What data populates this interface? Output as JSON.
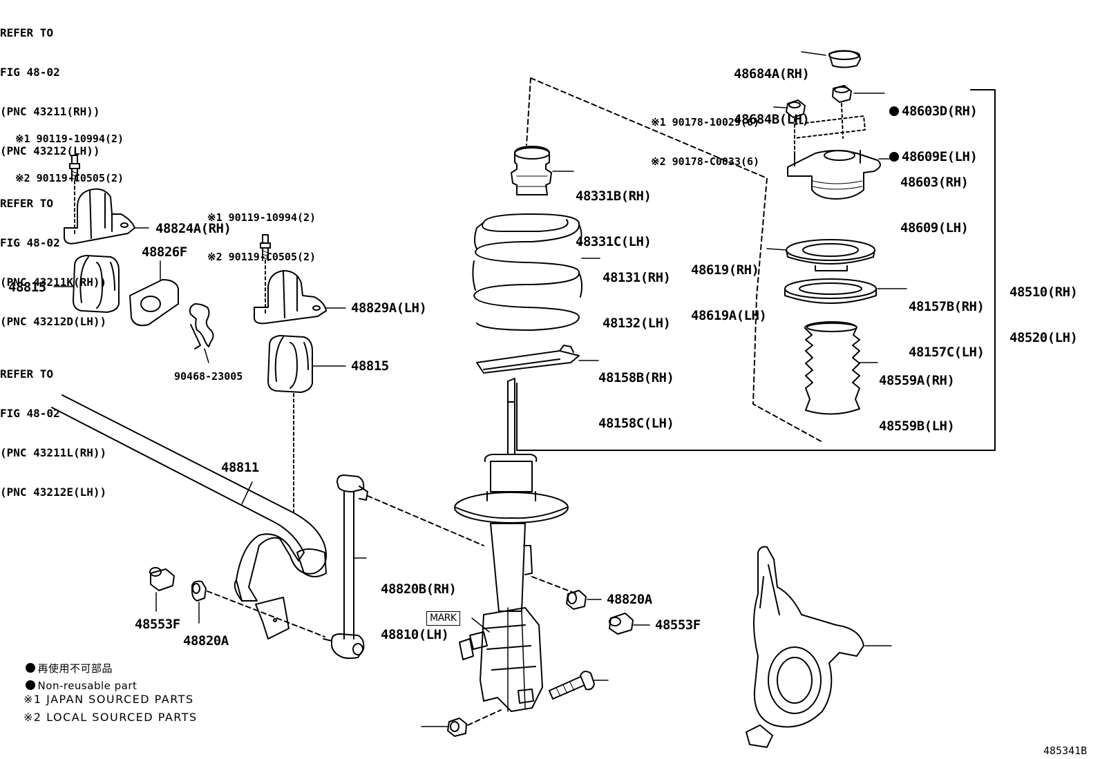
{
  "labels": {
    "p48684": [
      "48684A(RH)",
      "48684B(LH)"
    ],
    "p48603d": [
      "48603D(RH)",
      "48609E(LH)"
    ],
    "p90178": [
      "※1 90178-10029(6)",
      "※2 90178-C0033(6)"
    ],
    "p48603": [
      "48603(RH)",
      "48609(LH)"
    ],
    "p48331": [
      "48331B(RH)",
      "48331C(LH)"
    ],
    "p48131": [
      "48131(RH)",
      "48132(LH)"
    ],
    "p48619": [
      "48619(RH)",
      "48619A(LH)"
    ],
    "p48157": [
      "48157B(RH)",
      "48157C(LH)"
    ],
    "p48510": [
      "48510(RH)",
      "48520(LH)"
    ],
    "p48158": [
      "48158B(RH)",
      "48158C(LH)"
    ],
    "p48559": [
      "48559A(RH)",
      "48559B(LH)"
    ],
    "p90119a": [
      "※1 90119-10994(2)",
      "※2 90119-C0505(2)"
    ],
    "p90119b": [
      "※1 90119-10994(2)",
      "※2 90119-C0505(2)"
    ],
    "p48824a": "48824A(RH)",
    "p48826f": "48826F",
    "p48815a": "48815",
    "p48829a": "48829A(LH)",
    "p90468": "90468-23005",
    "p48815b": "48815",
    "p48811": "48811",
    "p48820b": [
      "48820B(RH)",
      "48810(LH)"
    ],
    "p48820a_right": "48820A",
    "p48553f_right": "48553F",
    "p48553f_left": "48553F",
    "p48820a_left": "48820A",
    "mark": "MARK",
    "ref_knuckle": [
      "REFER TO",
      "FIG 48-02",
      "(PNC 43211(RH))",
      "(PNC 43212(LH))"
    ],
    "ref_bolt": [
      "REFER TO",
      "FIG 48-02",
      "(PNC 43211K(RH))",
      "(PNC 43212D(LH))"
    ],
    "ref_nut": [
      "REFER TO",
      "FIG 48-02",
      "(PNC 43211L(RH))",
      "(PNC 43212E(LH))"
    ],
    "figure_id": "485341B"
  },
  "legend": {
    "nonreusable_jp": "再使用不可部品",
    "nonreusable_en": "Non-reusable part",
    "source1": "※1 JAPAN SOURCED PARTS",
    "source2": "※2 LOCAL SOURCED PARTS"
  }
}
